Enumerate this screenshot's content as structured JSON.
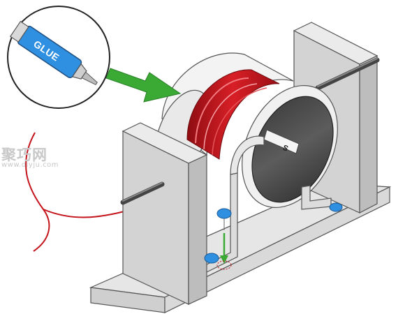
{
  "callout": {
    "tube_label": "GLUE",
    "arrow_color": "#3aaa35"
  },
  "watermark": {
    "site_name": "聚巧网",
    "site_url": "www.diyju.com"
  },
  "motor": {
    "shaft_label": "S",
    "wire_color": "#c4141c",
    "marker_color": "#2f8fe0"
  }
}
